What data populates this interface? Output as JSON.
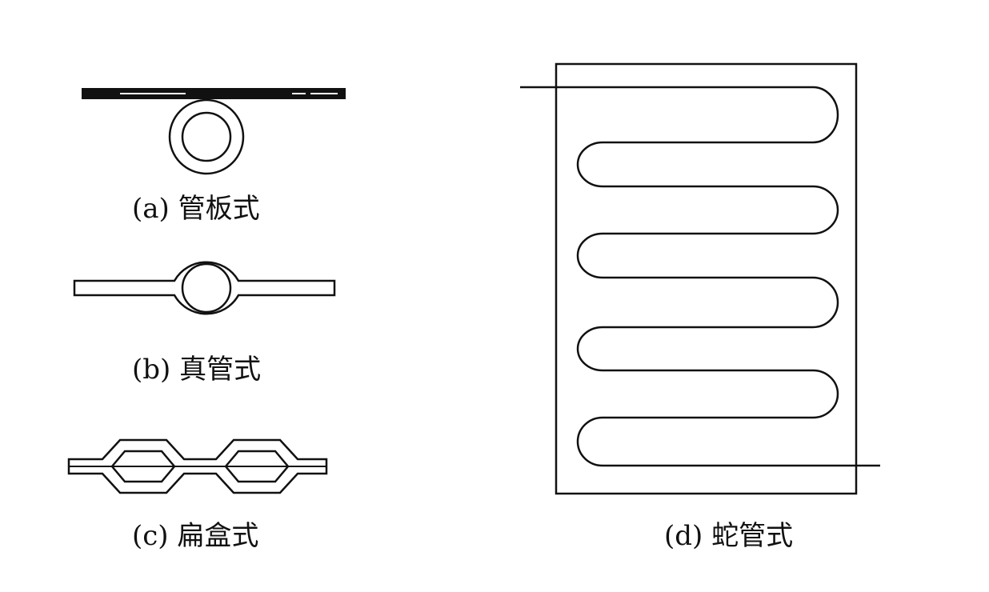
{
  "captions": {
    "a": "(a)  管板式",
    "b": "(b)  真管式",
    "c": "(c)  扁盒式",
    "d": "(d) 蛇管式"
  },
  "colors": {
    "stroke": "#111111",
    "background": "#ffffff"
  }
}
